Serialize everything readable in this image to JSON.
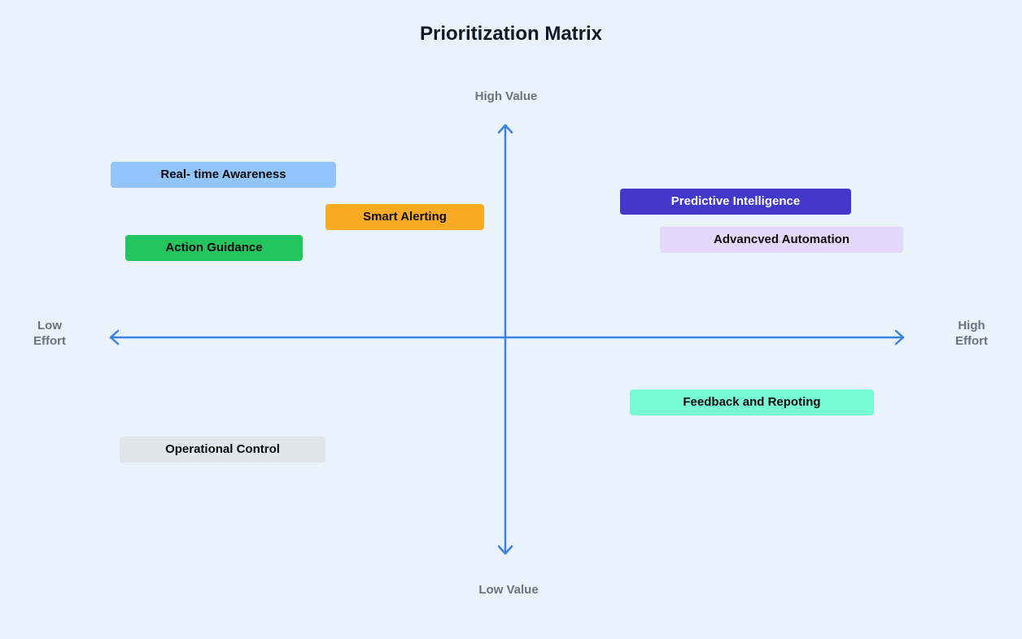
{
  "title": "Prioritization Matrix",
  "axes": {
    "top": "High Value",
    "bottom": "Low Value",
    "left_line1": "Low",
    "left_line2": "Effort",
    "right_line1": "High",
    "right_line2": "Effort"
  },
  "colors": {
    "background": "#eaf2fb",
    "axis": "#3b82e6"
  },
  "items": [
    {
      "label": "Real- time Awareness",
      "bg": "#93c5fd",
      "fg": "#0b0b0b"
    },
    {
      "label": "Smart Alerting",
      "bg": "#fbab22",
      "fg": "#0b0b0b"
    },
    {
      "label": "Action Guidance",
      "bg": "#22c55e",
      "fg": "#0b0b0b"
    },
    {
      "label": "Predictive Intelligence",
      "bg": "#4338ca",
      "fg": "#ffffff"
    },
    {
      "label": "Advancved Automation",
      "bg": "#e4d9fb",
      "fg": "#0b0b0b"
    },
    {
      "label": "Feedback and Repoting",
      "bg": "#76fbd2",
      "fg": "#0b0b0b"
    },
    {
      "label": "Operational Control",
      "bg": "#e2e5e9",
      "fg": "#0b0b0b"
    }
  ]
}
